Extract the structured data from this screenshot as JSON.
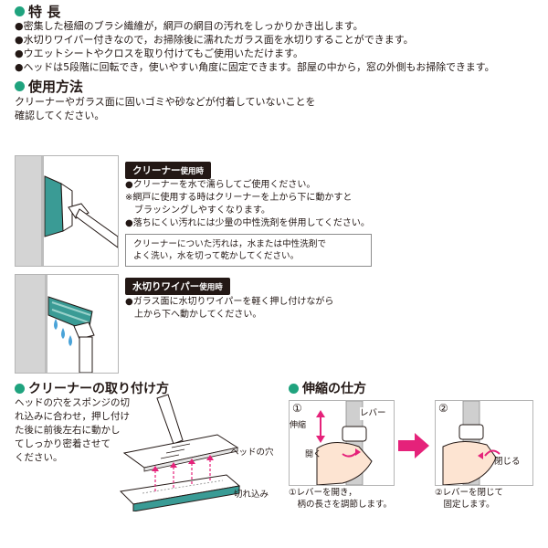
{
  "features": {
    "heading": "特 長",
    "bullets": [
      "●密集した極細のブラシ繊維が，網戸の網目の汚れをしっかりかき出します。",
      "●水切りワイパー付きなので，お掃除後に濡れたガラス面を水切りすることができます。",
      "●ウエットシートやクロスを取り付けてもご使用いただけます。",
      "●ヘッドは5段階に回転でき，使いやすい角度に固定できます。部屋の中から，窓の外側もお掃除できます。"
    ]
  },
  "usage": {
    "heading": "使用方法",
    "intro": [
      "クリーナーやガラス面に固いゴミや砂などが付着していないことを",
      "確認してください。"
    ],
    "cleaner": {
      "label": "クリーナー",
      "label_suffix": "使用時",
      "lines": [
        "●クリーナーを水で濡らしてご使用ください。",
        "※網戸に使用する時はクリーナーを上から下に動かすと",
        "　ブラッシングしやすくなります。",
        "●落ちにくい汚れには少量の中性洗剤を併用してください。"
      ],
      "note": [
        "クリーナーについた汚れは，水または中性洗剤で",
        "よく洗い，水を切って乾かしてください。"
      ]
    },
    "wiper": {
      "label": "水切りワイパー",
      "label_suffix": "使用時",
      "lines": [
        "●ガラス面に水切りワイパーを軽く押し付けながら",
        "　上から下へ動かしてください。"
      ]
    }
  },
  "attach": {
    "heading": "クリーナーの取り付け方",
    "lines": [
      "ヘッドの穴をスポンジの切",
      "れ込みに合わせ，押し付け",
      "た後に前後左右に動かし",
      "てしっかり密着させて",
      "ください。"
    ],
    "label_hole": "ヘッドの穴",
    "label_slit": "切れ込み"
  },
  "extend": {
    "heading": "伸縮の仕方",
    "step1": {
      "num": "①",
      "label_extend": "伸縮",
      "label_lever": "レバー",
      "label_open": "開く",
      "caption": [
        "①レバーを開き，",
        "　柄の長さを調節します。"
      ]
    },
    "step2": {
      "num": "②",
      "label_close": "閉じる",
      "caption": [
        "②レバーを閉じて",
        "　固定します。"
      ]
    }
  },
  "colors": {
    "accent_green": "#1fa37e",
    "arrow_pink": "#e5227a",
    "teal": "#3a9b95",
    "panel_gray": "#d4d4d4"
  }
}
